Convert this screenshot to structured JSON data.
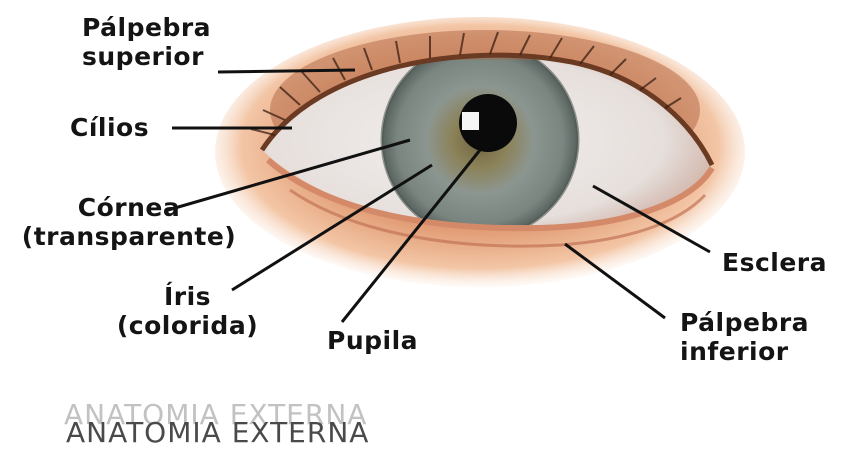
{
  "labels": {
    "palpebra_superior": [
      "Pálpebra",
      "superior"
    ],
    "cilios": "Cílios",
    "cornea": [
      "Córnea",
      "(transparente)"
    ],
    "iris": [
      "Íris",
      "(colorida)"
    ],
    "pupila": "Pupila",
    "esclera": "Esclera",
    "palpebra_inferior": [
      "Pálpebra",
      "inferior"
    ]
  },
  "title": "ANATOMIA EXTERNA",
  "colors": {
    "skin": "#e3a27a",
    "iris": "#7f8a84",
    "pupil": "#0a0a0a",
    "sclera": "#e8e4e2",
    "text": "#141414"
  }
}
